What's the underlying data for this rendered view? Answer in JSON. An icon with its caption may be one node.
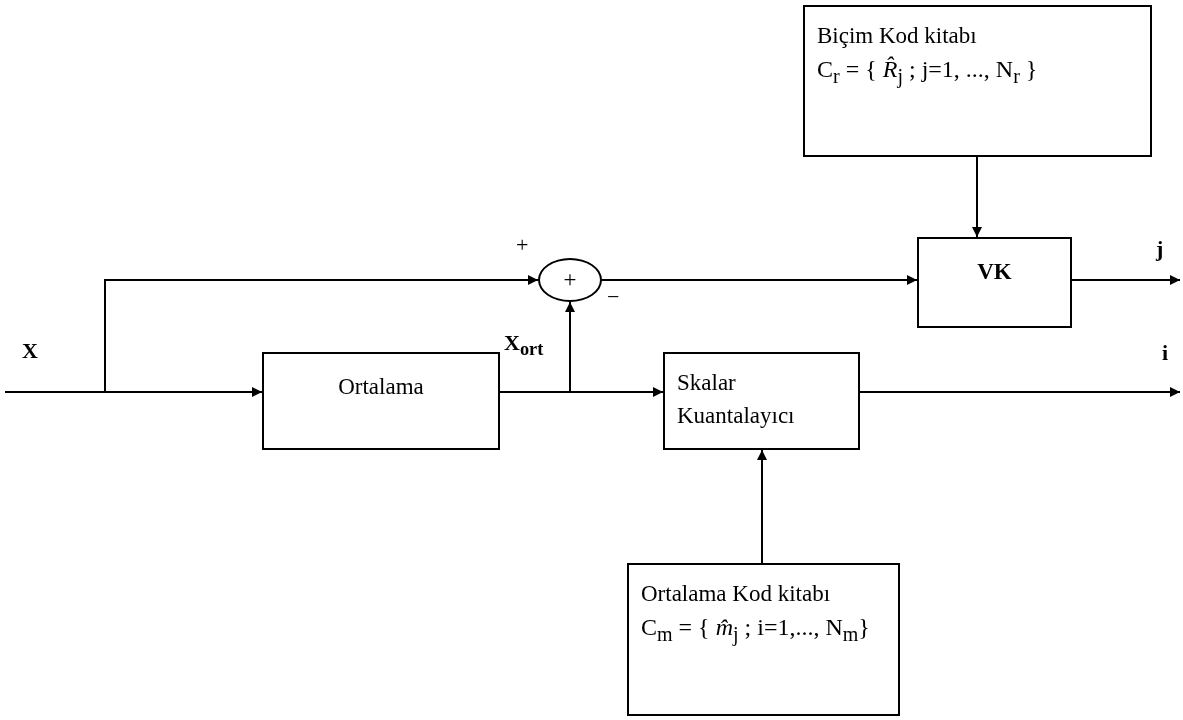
{
  "diagram": {
    "nodes": [
      {
        "text": [
          "Biçim Kod kitabı",
          "C$_{r}$ = { *R̂*$_{j}$ ; j=1, ..., N$_{r}$ }"
        ]
      },
      {
        "text": [
          "+"
        ]
      },
      {
        "text": [
          "VK"
        ]
      },
      {
        "text": [
          "Ortalama"
        ]
      },
      {
        "text": [
          "Skalar Kuantalayıcı"
        ]
      },
      {
        "text": [
          "Ortalama Kod kitabı",
          "C$_{m}$ = { *m̂*$_{j}$ ; i=1,..., N$_{m}$}"
        ]
      }
    ],
    "edges": [
      {
        "from": null,
        "to": 3,
        "arrow": "to"
      },
      {
        "from": null,
        "to": 1,
        "arrow": "to"
      },
      {
        "from": 3,
        "to": 4,
        "arrow": "to"
      },
      {
        "from": 3,
        "to": 1,
        "arrow": "to"
      },
      {
        "from": 1,
        "to": 2,
        "arrow": "to"
      },
      {
        "from": 0,
        "to": 2,
        "arrow": "to"
      },
      {
        "from": 5,
        "to": 4,
        "arrow": "to"
      },
      {
        "from": 2,
        "to": null,
        "arrow": "to"
      },
      {
        "from": 4,
        "to": null,
        "arrow": "to"
      }
    ],
    "labels": [
      "+",
      "j",
      "−",
      "X",
      "X$_{ort}$",
      "i"
    ]
  }
}
